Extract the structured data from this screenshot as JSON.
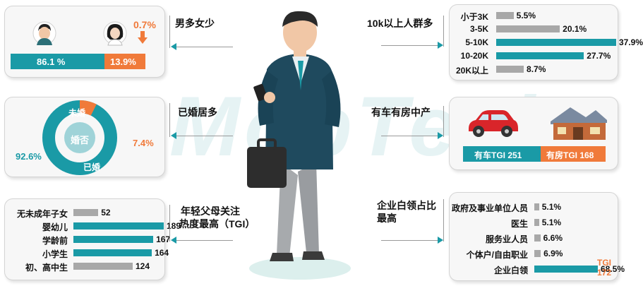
{
  "watermark": "MobTech",
  "colors": {
    "teal": "#1a9aa6",
    "orange": "#f07a3a",
    "gray": "#a8a8a8"
  },
  "gender": {
    "title": "男多女少",
    "male_pct": "86.1 %",
    "female_pct": "13.9%",
    "top_note": "0.7%",
    "male_share": 0.861,
    "female_share": 0.139
  },
  "marital": {
    "title": "已婚居多",
    "center_label": "婚否",
    "unmarried_label": "未婚",
    "married_label": "已婚",
    "married_pct": "92.6%",
    "unmarried_pct": "7.4%"
  },
  "parents": {
    "title_line1": "年轻父母关注",
    "title_line2": "热度最高（TGI）"
  },
  "income": {
    "title": "10k以上人群多"
  },
  "assets": {
    "title": "有车有房中产",
    "car_tgi": "有车TGI 251",
    "house_tgi": "有房TGI 168"
  },
  "occupation": {
    "title_line1": "企业白领占比",
    "title_line2": "最高",
    "tgi_label": "TGI",
    "tgi_value": "172"
  },
  "chart_data": [
    {
      "type": "bar",
      "orientation": "horizontal",
      "categories": [
        "小于3K",
        "3-5K",
        "5-10K",
        "10-20K",
        "20K以上"
      ],
      "values": [
        5.5,
        20.1,
        37.9,
        27.7,
        8.7
      ],
      "value_labels": [
        "5.5%",
        "20.1%",
        "37.9%",
        "27.7%",
        "8.7%"
      ],
      "unit": "%",
      "highlight": [
        "5-10K",
        "10-20K"
      ]
    },
    {
      "type": "bar",
      "orientation": "horizontal",
      "categories": [
        "无未成年子女",
        "婴幼儿",
        "学龄前",
        "小学生",
        "初、高中生"
      ],
      "values": [
        52,
        189,
        167,
        164,
        124
      ],
      "value_labels": [
        "52",
        "189",
        "167",
        "164",
        "124"
      ],
      "highlight": [
        "婴幼儿",
        "学龄前",
        "小学生"
      ]
    },
    {
      "type": "bar",
      "orientation": "horizontal",
      "categories": [
        "政府及事业单位人员",
        "医生",
        "服务业人员",
        "个体户/自由职业",
        "企业白领"
      ],
      "values": [
        5.1,
        5.1,
        6.6,
        6.9,
        68.5
      ],
      "value_labels": [
        "5.1%",
        "5.1%",
        "6.6%",
        "6.9%",
        "68.5%"
      ],
      "unit": "%",
      "highlight": [
        "企业白领"
      ]
    },
    {
      "type": "pie",
      "categories": [
        "已婚",
        "未婚"
      ],
      "values": [
        92.6,
        7.4
      ],
      "unit": "%"
    }
  ]
}
